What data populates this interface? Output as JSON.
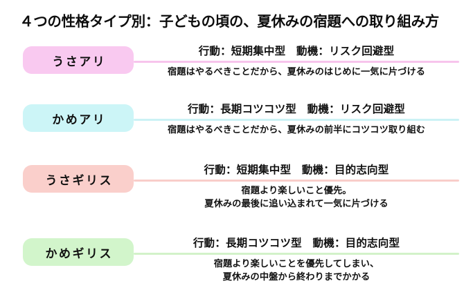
{
  "title": "４つの性格タイプ別：子どもの頃の、夏休みの宿題への取り組み方",
  "rows": [
    {
      "badge_label": "うさアリ",
      "badge_color": "#F9C9F0",
      "line_color": "#F7C4EC",
      "header": "行動：短期集中型　動機：リスク回避型",
      "desc_lines": [
        "宿題はやるべきことだから、夏休みのはじめに一気に片づける"
      ]
    },
    {
      "badge_label": "かめアリ",
      "badge_color": "#CCF5F7",
      "line_color": "#CBF2F5",
      "header": "行動：長期コツコツ型　動機：リスク回避型",
      "desc_lines": [
        "宿題はやるべきことだから、夏休みの前半にコツコツ取り組む"
      ]
    },
    {
      "badge_label": "うさギリス",
      "badge_color": "#FACFCB",
      "line_color": "#F9CDC9",
      "header": "行動：短期集中型　動機：目的志向型",
      "desc_lines": [
        "宿題より楽しいこと優先。",
        "夏休みの最後に追い込まれて一気に片づける"
      ]
    },
    {
      "badge_label": "かめギリス",
      "badge_color": "#D2F5CB",
      "line_color": "#D2F2C9",
      "header": "行動：長期コツコツ型　動機：目的志向型",
      "desc_lines": [
        "宿題より楽しいことを優先してしまい、",
        "夏休みの中盤から終わりまでかかる"
      ]
    }
  ]
}
